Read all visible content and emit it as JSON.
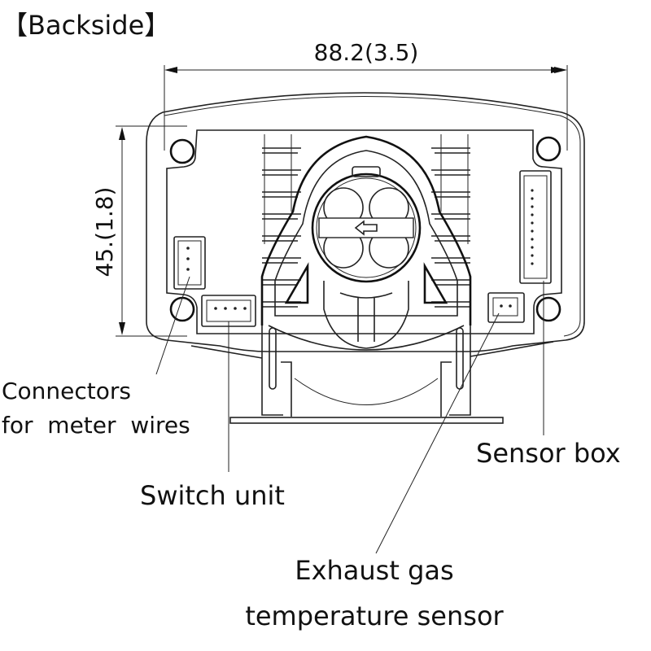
{
  "title": "【Backside】",
  "dimensions": {
    "width": "88.2(3.5)",
    "height": "45.(1.8)"
  },
  "callouts": {
    "connectors_line1": "Connectors",
    "connectors_line2": "for  meter  wires",
    "switch_unit": "Switch unit",
    "sensor_box": "Sensor box",
    "exhaust_line1": "Exhaust gas",
    "exhaust_line2": "temperature sensor"
  },
  "colors": {
    "line": "#222222",
    "background": "#ffffff"
  }
}
